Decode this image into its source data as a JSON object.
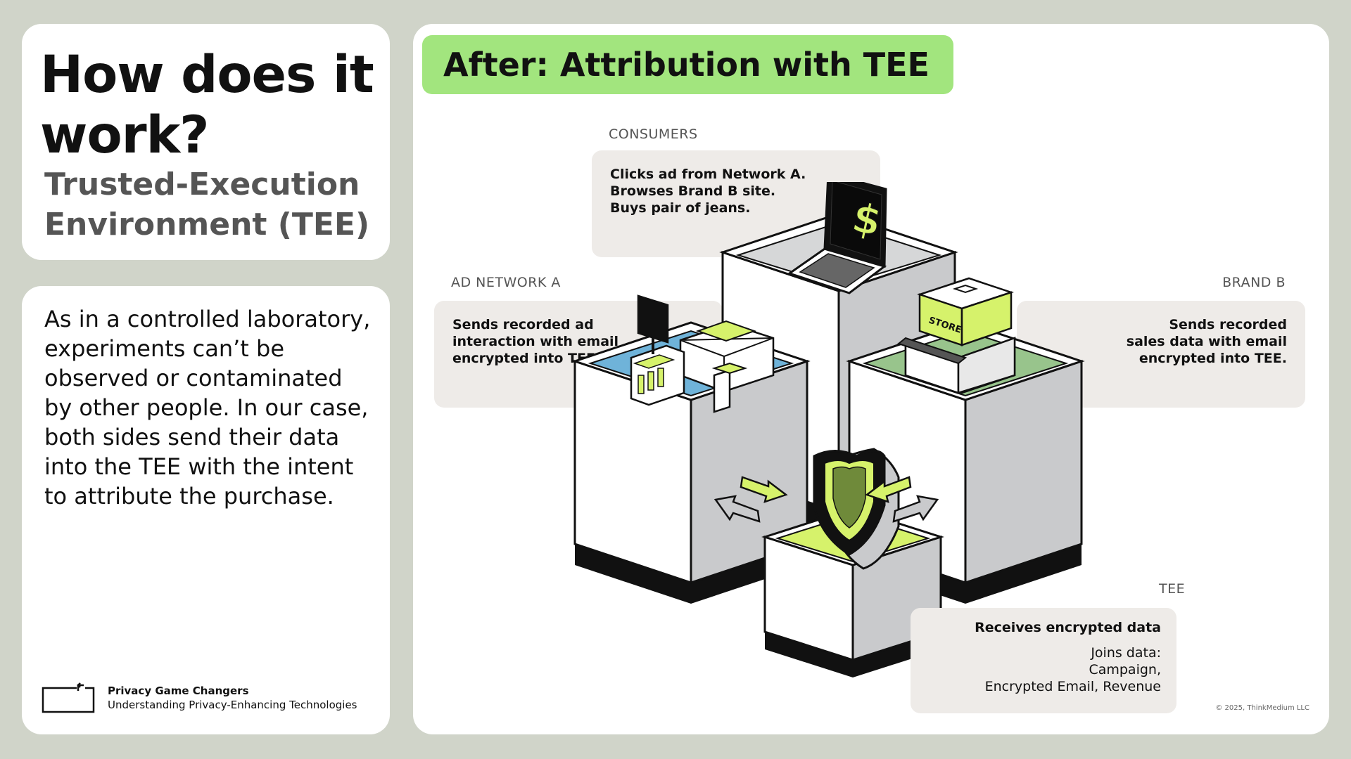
{
  "sidebar": {
    "title": "How does it work?",
    "subtitle": "Trusted-Execution Environment (TEE)",
    "description": "As in a controlled laboratory, experiments can’t be observed or contaminated by other people. In our case, both sides send their data into the TEE with the intent to attribute the purchase.",
    "brand_name": "Privacy Game Changers",
    "brand_tagline": "Understanding Privacy-Enhancing Technologies"
  },
  "main": {
    "header": "After: Attribution with TEE",
    "consumers": {
      "label": "CONSUMERS",
      "lines": [
        "Clicks ad from Network A.",
        "Browses Brand B site.",
        "Buys pair of jeans."
      ]
    },
    "ad_network": {
      "label": "AD NETWORK A",
      "lines": [
        "Sends recorded ad",
        "interaction with email",
        "encrypted into TEE."
      ]
    },
    "brand_b": {
      "label": "BRAND B",
      "lines": [
        "Sends recorded",
        "sales data with email",
        "encrypted into TEE."
      ]
    },
    "tee": {
      "label": "TEE",
      "heading": "Receives encrypted data",
      "lines": [
        "Joins data:",
        "Campaign,",
        "Encrypted Email, Revenue"
      ]
    },
    "store_sign": "STORE",
    "copyright": "© 2025, ThinkMedium LLC"
  },
  "colors": {
    "accent_green": "#a2e57e",
    "lime": "#d6f26b",
    "ad_blue": "#6fb3d9",
    "brand_green": "#98c48c",
    "box_gray": "#eeebe8",
    "background": "#d0d4c9"
  }
}
